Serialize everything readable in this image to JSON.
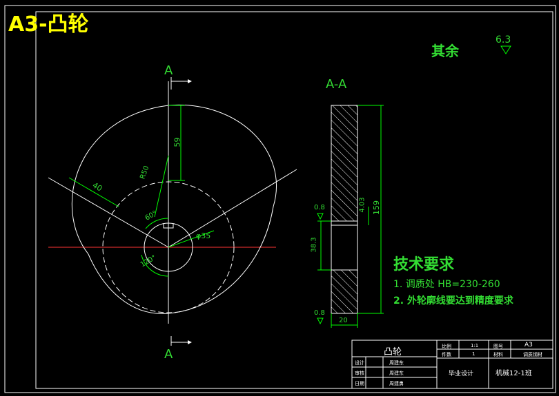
{
  "title": "A3-凸轮",
  "surface_finish": {
    "label": "其余",
    "value": "6.3"
  },
  "section_label_top": "A",
  "section_label_bottom": "A",
  "section_view_label": "A-A",
  "dimensions": {
    "d59": "59",
    "r50": "R50",
    "d40": "40",
    "a60": "60°",
    "a120": "120°",
    "phi35": "φ35",
    "d159": "159",
    "d4_03": "4.03",
    "d38_3": "38.3",
    "d20": "20",
    "rough1": "0.8",
    "rough2": "0.8"
  },
  "tech_requirements": {
    "heading": "技术要求",
    "items": [
      "1. 调质处 HB=230-260",
      "2. 外轮廓线要达到精度要求"
    ]
  },
  "title_block": {
    "part_name": "凸轮",
    "scale_label": "比例",
    "scale_value": "1:1",
    "sheet_label": "图号",
    "sheet_value": "A3",
    "qty_label": "件数",
    "qty_value": "1",
    "material_label": "材料",
    "material_value": "调质钢材",
    "project": "毕业设计",
    "class_code": "机械12-1班",
    "row1_label": "设计",
    "row1_value": "周建东",
    "row2_label": "审核",
    "row2_value": "周建东",
    "row3_label": "日期",
    "row3_value": "周建勇"
  },
  "colors": {
    "outline": "#ffffff",
    "dimension": "#00ff00",
    "centerline": "#ff0000",
    "title": "#ffff00",
    "text": "#33dd33"
  }
}
